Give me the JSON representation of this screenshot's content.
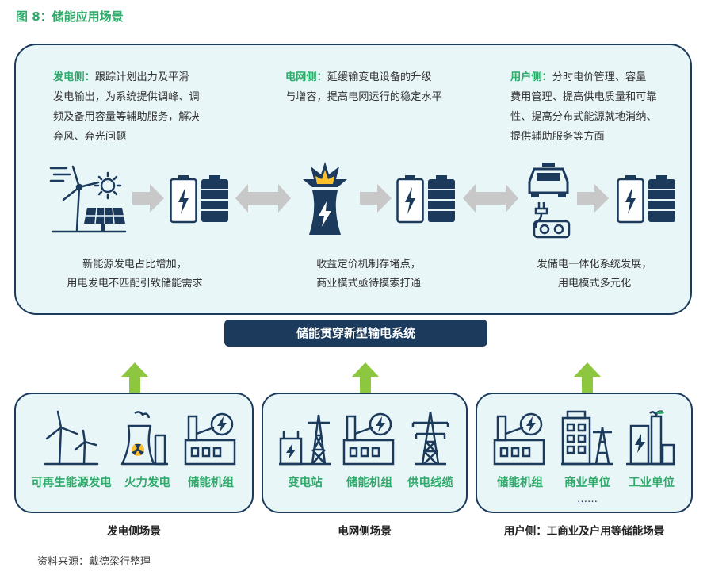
{
  "figure_title": "图 8：储能应用场景",
  "top": {
    "generation": {
      "head": "发电侧：",
      "lines": [
        "跟踪计划出力及平滑",
        "发电输出，为系统提供调峰、调",
        "频及备用容量等辅助服务，解决",
        "弃风、弃光问题"
      ],
      "note": [
        "新能源发电占比增加，",
        "用电发电不匹配引致储能需求"
      ]
    },
    "grid": {
      "head": "电网侧：",
      "lines": [
        "延缓输变电设备的升级",
        "与增容，提高电网运行的稳定水平"
      ],
      "note": [
        "收益定价机制存堵点，",
        "商业模式亟待摸索打通"
      ]
    },
    "user": {
      "head": "用户侧：",
      "lines": [
        "分时电价管理、容量",
        "费用管理、提高供电质量和可靠",
        "性、提高分布式能源就地消纳、",
        "提供辅助服务等方面"
      ],
      "note": [
        "发储电一体化系统发展，",
        "用电模式多元化"
      ]
    }
  },
  "banner": "储能贯穿新型输电系统",
  "bottom": {
    "generation": {
      "labels": [
        "可再生能源发电",
        "火力发电",
        "储能机组"
      ],
      "caption": "发电侧场景"
    },
    "grid": {
      "labels": [
        "变电站",
        "储能机组",
        "供电线缆"
      ],
      "caption": "电网侧场景"
    },
    "user": {
      "labels": [
        "储能机组",
        "商业单位",
        "工业单位"
      ],
      "ellipsis": "……",
      "caption": "用户侧：工商业及户用等储能场景"
    }
  },
  "source": "资料来源：戴德梁行整理",
  "colors": {
    "green": "#2eaa6a",
    "navy": "#1b3a5c",
    "panel": "#e9f6f8",
    "arrow_gray": "#c8c8c8",
    "up_arrow": "#8dc63f"
  }
}
